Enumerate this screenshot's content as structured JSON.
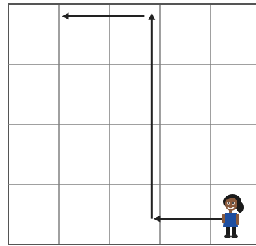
{
  "grid": {
    "columns": 5,
    "rows": 4,
    "line_color": "#808080",
    "border_color": "#555555"
  },
  "path": {
    "color": "#222222",
    "segments": [
      {
        "name": "path-segment-west-1",
        "direction": "left",
        "squares": 1.5
      },
      {
        "name": "path-segment-north",
        "direction": "up",
        "squares": 3.4
      },
      {
        "name": "path-segment-west-2",
        "direction": "left",
        "squares": 1.6
      }
    ]
  },
  "character": {
    "icon": "child-figure-icon",
    "skin_color": "#8a5a3c",
    "hair_color": "#1a1a1a",
    "shirt_color": "#1f4fa0",
    "shoe_color": "#222222"
  }
}
